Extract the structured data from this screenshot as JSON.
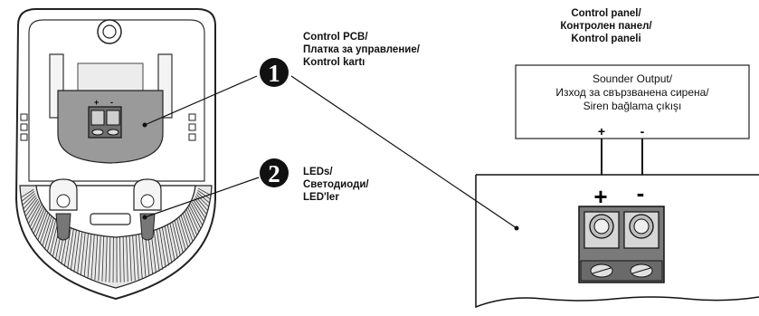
{
  "callouts": [
    {
      "number": "1",
      "lines": [
        "Control PCB/",
        "Платка за  управление/",
        "Kontrol kartı"
      ]
    },
    {
      "number": "2",
      "lines": [
        "LEDs/",
        "Светодиоди/",
        "LED'ler"
      ]
    }
  ],
  "control_panel": {
    "title_lines": [
      "Control panel/",
      "Контролен панел/",
      "Kontrol paneli"
    ],
    "output_lines": [
      "Sounder Output/",
      "Изход за свързванена сирена/",
      "Siren bağlama çıkışı"
    ],
    "plus": "+",
    "minus": "-"
  },
  "pcb_polarity": {
    "plus": "+",
    "minus": "-"
  },
  "terminal_polarity": {
    "plus": "+",
    "minus": "-"
  }
}
